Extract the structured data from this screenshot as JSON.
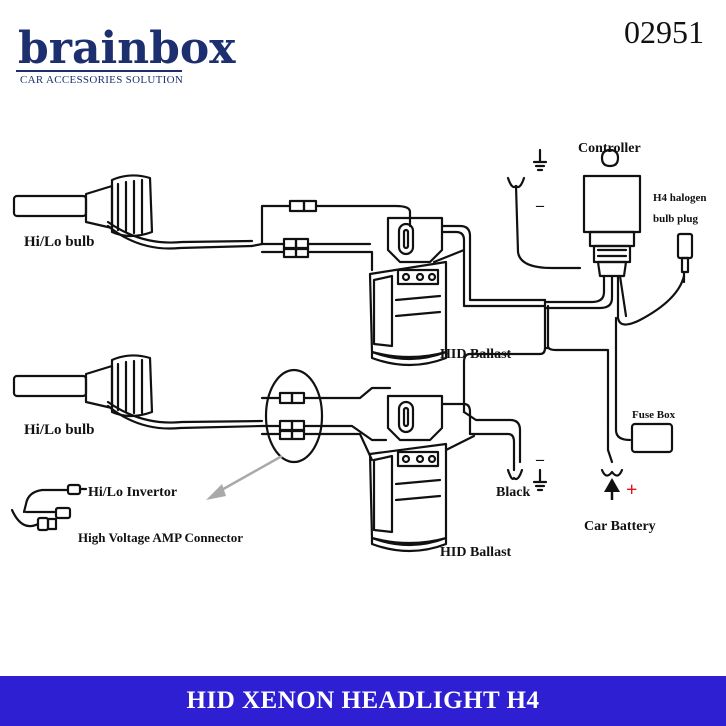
{
  "brand": {
    "name": "brainbox",
    "tagline": "CAR ACCESSORIES SOLUTION",
    "color": "#1d2f6f"
  },
  "product_code": "02951",
  "diagram": {
    "labels": {
      "controller": "Controller",
      "h4_plug_line1": "H4 halogen",
      "h4_plug_line2": "bulb plug",
      "bulb_top": "Hi/Lo bulb",
      "bulb_bottom": "Hi/Lo bulb",
      "ballast_top": "HID Ballast",
      "ballast_bottom": "HID Ballast",
      "invertor": "Hi/Lo Invertor",
      "hv_connector": "High Voltage AMP Connector",
      "black": "Black",
      "fuse_box": "Fuse Box",
      "car_battery": "Car Battery",
      "minus_top": "–",
      "minus_bottom": "–",
      "plus": "+"
    },
    "colors": {
      "line": "#111111",
      "plus_sign": "#e0121b",
      "callout_arrow": "#a9a9a9"
    }
  },
  "banner": {
    "title": "HID XENON HEADLIGHT H4",
    "color": "#2e1fd3"
  }
}
